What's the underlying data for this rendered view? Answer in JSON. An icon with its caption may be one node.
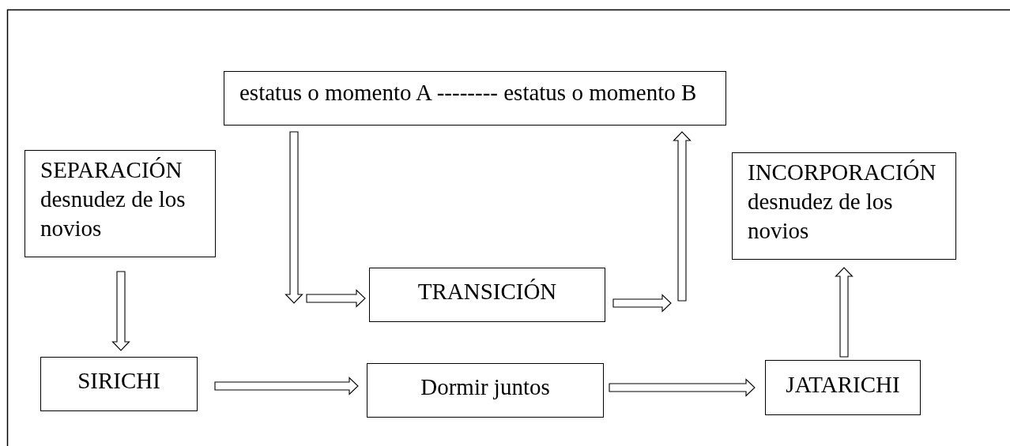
{
  "diagram": {
    "nodes": [
      {
        "text": [
          "estatus o momento A -------- estatus o momento B"
        ]
      },
      {
        "text": [
          "SEPARACIÓN",
          "desnudez de los novios"
        ]
      },
      {
        "text": [
          "INCORPORACIÓN",
          "desnudez de los novios"
        ]
      },
      {
        "text": [
          "TRANSICIÓN"
        ]
      },
      {
        "text": [
          "SIRICHI"
        ]
      },
      {
        "text": [
          "Dormir juntos"
        ]
      },
      {
        "text": [
          "JATARICHI"
        ]
      }
    ],
    "edges": [
      {
        "from": 0,
        "to": null,
        "arrow": "to"
      },
      {
        "from": null,
        "to": 3,
        "arrow": "to"
      },
      {
        "from": 3,
        "to": null,
        "arrow": "to"
      },
      {
        "from": null,
        "to": 0,
        "arrow": "to"
      },
      {
        "from": 1,
        "to": 4,
        "arrow": "to"
      },
      {
        "from": 4,
        "to": 5,
        "arrow": "to"
      },
      {
        "from": 5,
        "to": 6,
        "arrow": "to"
      },
      {
        "from": 6,
        "to": 2,
        "arrow": "to"
      }
    ]
  }
}
